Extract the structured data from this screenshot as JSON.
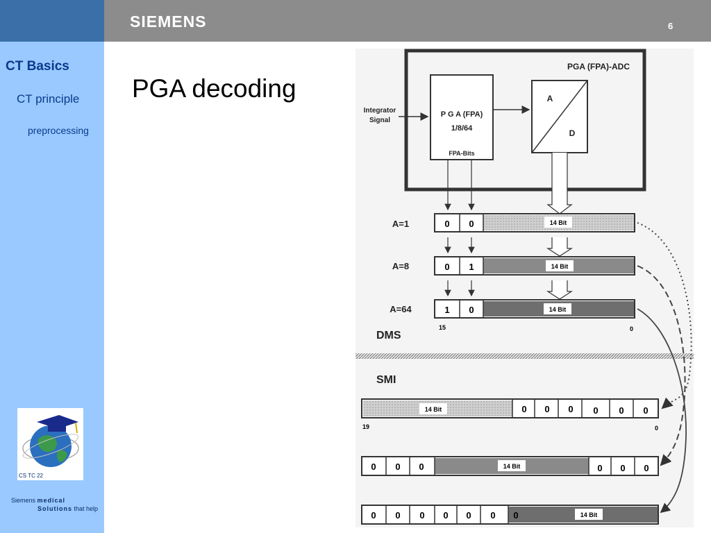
{
  "header": {
    "brand": "SIEMENS",
    "page_number": "6"
  },
  "sidebar": {
    "level1": "CT Basics",
    "level2": "CT principle",
    "level3": "preprocessing",
    "logo_caption": "CS TC 22",
    "footer_line1_a": "Siemens ",
    "footer_line1_b": "medical",
    "footer_line2_a": "Solutions",
    "footer_line2_b": " that help"
  },
  "slide": {
    "title": "PGA decoding"
  },
  "diagram": {
    "adc_label": "PGA (FPA)-ADC",
    "input_label_1": "Integrator",
    "input_label_2": "Signal",
    "pga_label": "P G A (FPA)",
    "pga_gains": "1/8/64",
    "fpa_bits": "FPA-Bits",
    "adc_a": "A",
    "adc_d": "D",
    "bit_label": "14 Bit",
    "dms_rows": [
      {
        "gain": "A=1",
        "bits": [
          "0",
          "0"
        ]
      },
      {
        "gain": "A=8",
        "bits": [
          "0",
          "1"
        ]
      },
      {
        "gain": "A=64",
        "bits": [
          "1",
          "0"
        ]
      }
    ],
    "dms_msb": "15",
    "dms_lsb": "0",
    "dms_label": "DMS",
    "smi_label": "SMI",
    "smi_row1_zeros": [
      "0",
      "0",
      "0",
      "0",
      "0",
      "0"
    ],
    "smi_msb": "19",
    "smi_lsb": "0",
    "smi_row2_left_zeros": [
      "0",
      "0",
      "0"
    ],
    "smi_row2_right_zeros": [
      "0",
      "0",
      "0"
    ],
    "smi_row3_zeros": [
      "0",
      "0",
      "0",
      "0",
      "0",
      "0",
      "0"
    ],
    "colors": {
      "frame": "#333333",
      "light_fill": "#c8c8c8",
      "mid_fill": "#8a8a8a",
      "dark_fill": "#6e6e6e"
    }
  }
}
